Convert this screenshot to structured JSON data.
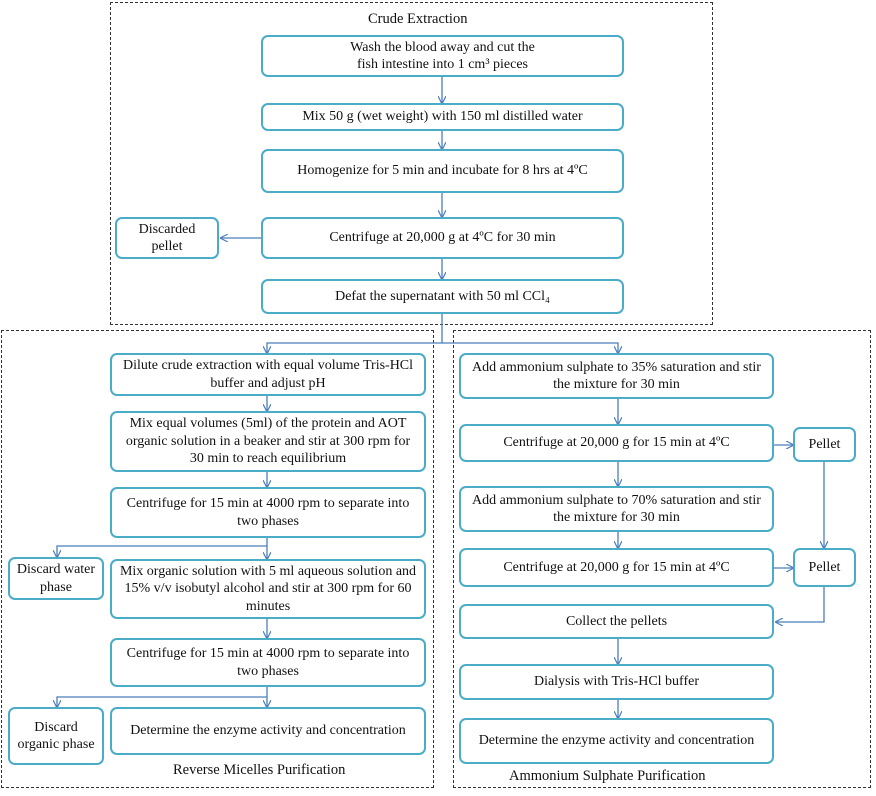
{
  "sections": {
    "crude": "Crude Extraction",
    "reverse": "Reverse Micelles Purification",
    "ammonium": "Ammonium Sulphate Purification"
  },
  "crude": {
    "wash_line1": "Wash the blood away and cut the",
    "wash_line2": "fish intestine into 1 cm³ pieces",
    "mix": "Mix 50 g (wet weight) with 150 ml distilled water",
    "homogenize": "Homogenize for 5 min and incubate for 8 hrs at 4ºC",
    "centrifuge": "Centrifuge at 20,000 g at 4ºC for 30 min",
    "discarded": "Discarded pellet",
    "defat": "Defat the supernatant with 50 ml CCl₄"
  },
  "reverse": {
    "dilute": "Dilute crude extraction with equal volume Tris-HCl buffer and adjust pH",
    "mix": "Mix equal volumes (5ml) of the protein and AOT organic solution in a beaker and stir at 300 rpm for 30 min to reach equilibrium",
    "centrifuge1": "Centrifuge for 15 min at 4000 rpm to separate into two phases",
    "discard_water": "Discard water phase",
    "mix_organic": "Mix organic solution with 5 ml aqueous solution and 15% v/v isobutyl alcohol  and stir at 300 rpm for 60 minutes",
    "centrifuge2": "Centrifuge for 15 min at 4000 rpm to separate into two phases",
    "discard_organic": "Discard organic phase",
    "determine": "Determine the enzyme activity and concentration"
  },
  "ammonium": {
    "add35": "Add ammonium sulphate to 35% saturation and stir the mixture for 30 min",
    "centrifuge1": "Centrifuge at 20,000 g for 15 min at 4ºC",
    "pellet1": "Pellet",
    "add70": "Add ammonium sulphate to 70% saturation and stir the mixture for 30 min",
    "centrifuge2": "Centrifuge at 20,000 g for 15 min at 4ºC",
    "pellet2": "Pellet",
    "collect": "Collect the pellets",
    "dialysis": "Dialysis with Tris-HCl buffer",
    "determine": "Determine the enzyme activity and concentration"
  }
}
